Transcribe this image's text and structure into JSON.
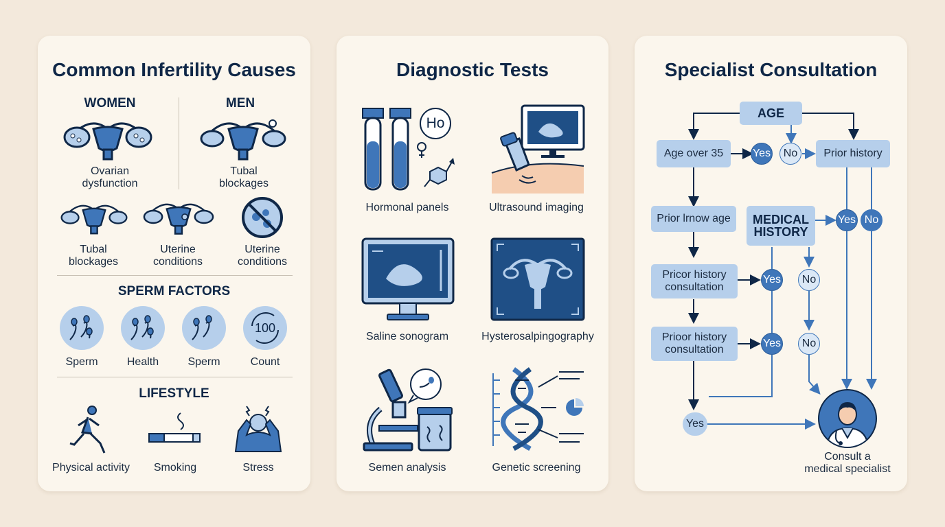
{
  "causes": {
    "title": "Common Infertility Causes",
    "women_heading": "WOMEN",
    "men_heading": "MEN",
    "top_items": [
      {
        "label": "Ovarian\ndysfunction",
        "icon": "uterus-ovarian-icon"
      },
      {
        "label": "Tubal\nblockages",
        "icon": "uterus-tubal-icon"
      }
    ],
    "mid_items": [
      {
        "label": "Tubal\nblockages",
        "icon": "uterus-tubal-icon"
      },
      {
        "label": "Uterine\nconditions",
        "icon": "uterus-conditions-icon"
      },
      {
        "label": "Uterine\nconditions",
        "icon": "prohibited-icon"
      }
    ],
    "sperm_heading": "SPERM FACTORS",
    "sperm_items": [
      {
        "label": "Sperm",
        "icon": "sperm-icon"
      },
      {
        "label": "Health",
        "icon": "sperm-icon"
      },
      {
        "label": "Sperm",
        "icon": "sperm-icon"
      },
      {
        "label": "Count",
        "icon": "count-icon",
        "badge": "100"
      }
    ],
    "lifestyle_heading": "LIFESTYLE",
    "lifestyle_items": [
      {
        "label": "Physical activity",
        "icon": "runner-icon"
      },
      {
        "label": "Smoking",
        "icon": "cigarette-icon"
      },
      {
        "label": "Stress",
        "icon": "stressed-person-icon"
      }
    ]
  },
  "tests": {
    "title": "Diagnostic Tests",
    "items": [
      {
        "label": "Hormonal panels",
        "icon": "test-tubes-icon",
        "badge": "Ho"
      },
      {
        "label": "Ultrasound imaging",
        "icon": "ultrasound-icon"
      },
      {
        "label": "Saline sonogram",
        "icon": "monitor-sonogram-icon"
      },
      {
        "label": "Hysterosalpingography",
        "icon": "xray-uterus-icon"
      },
      {
        "label": "Semen analysis",
        "icon": "microscope-icon"
      },
      {
        "label": "Genetic screening",
        "icon": "dna-icon"
      }
    ]
  },
  "consult": {
    "title": "Specialist Consultation",
    "age": "AGE",
    "age_over": "Age over 35",
    "prior_history": "Prior history",
    "prior_know": "Prior lrnow age",
    "medical_history": "MEDICAL\nHISTORY",
    "prior_consult_1": "Pricor history\nconsultation",
    "prior_consult_2": "Prioor history\nconsultation",
    "yes": "Yes",
    "no": "No",
    "result": "Consult a\nmedical specialist",
    "doctor_icon": "doctor-icon"
  },
  "colors": {
    "navy": "#0f2747",
    "blue": "#3f76b9",
    "light_blue": "#b6cfeb",
    "panel": "#fbf6ed",
    "background": "#f3e9dc"
  }
}
